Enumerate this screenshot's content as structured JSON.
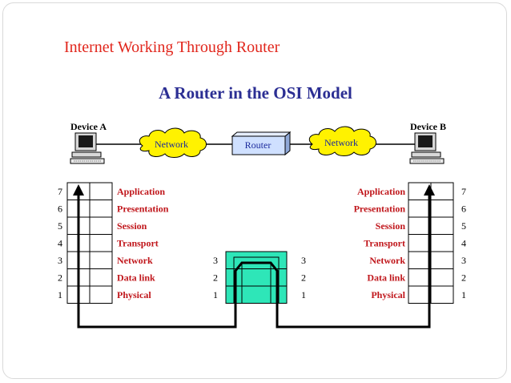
{
  "slide": {
    "title": "Internet Working Through Router"
  },
  "figure": {
    "title": "A Router in the OSI Model",
    "device_a": "Device A",
    "device_b": "Device B",
    "network_left": "Network",
    "network_right": "Network",
    "router": "Router"
  },
  "layers": [
    {
      "num": "7",
      "name": "Application"
    },
    {
      "num": "6",
      "name": "Presentation"
    },
    {
      "num": "5",
      "name": "Session"
    },
    {
      "num": "4",
      "name": "Transport"
    },
    {
      "num": "3",
      "name": "Network"
    },
    {
      "num": "2",
      "name": "Data link"
    },
    {
      "num": "1",
      "name": "Physical"
    }
  ],
  "router_layers": [
    "3",
    "2",
    "1"
  ],
  "colors": {
    "title_red": "#e1261c",
    "figure_blue": "#2b2e93",
    "layer_red": "#c0161b",
    "cloud_yellow": "#fff200",
    "router_cyan": "#2ee6b8",
    "router_box": "#cfe0ff"
  },
  "icons": [
    "computer-icon",
    "cloud-shape",
    "router-box"
  ]
}
